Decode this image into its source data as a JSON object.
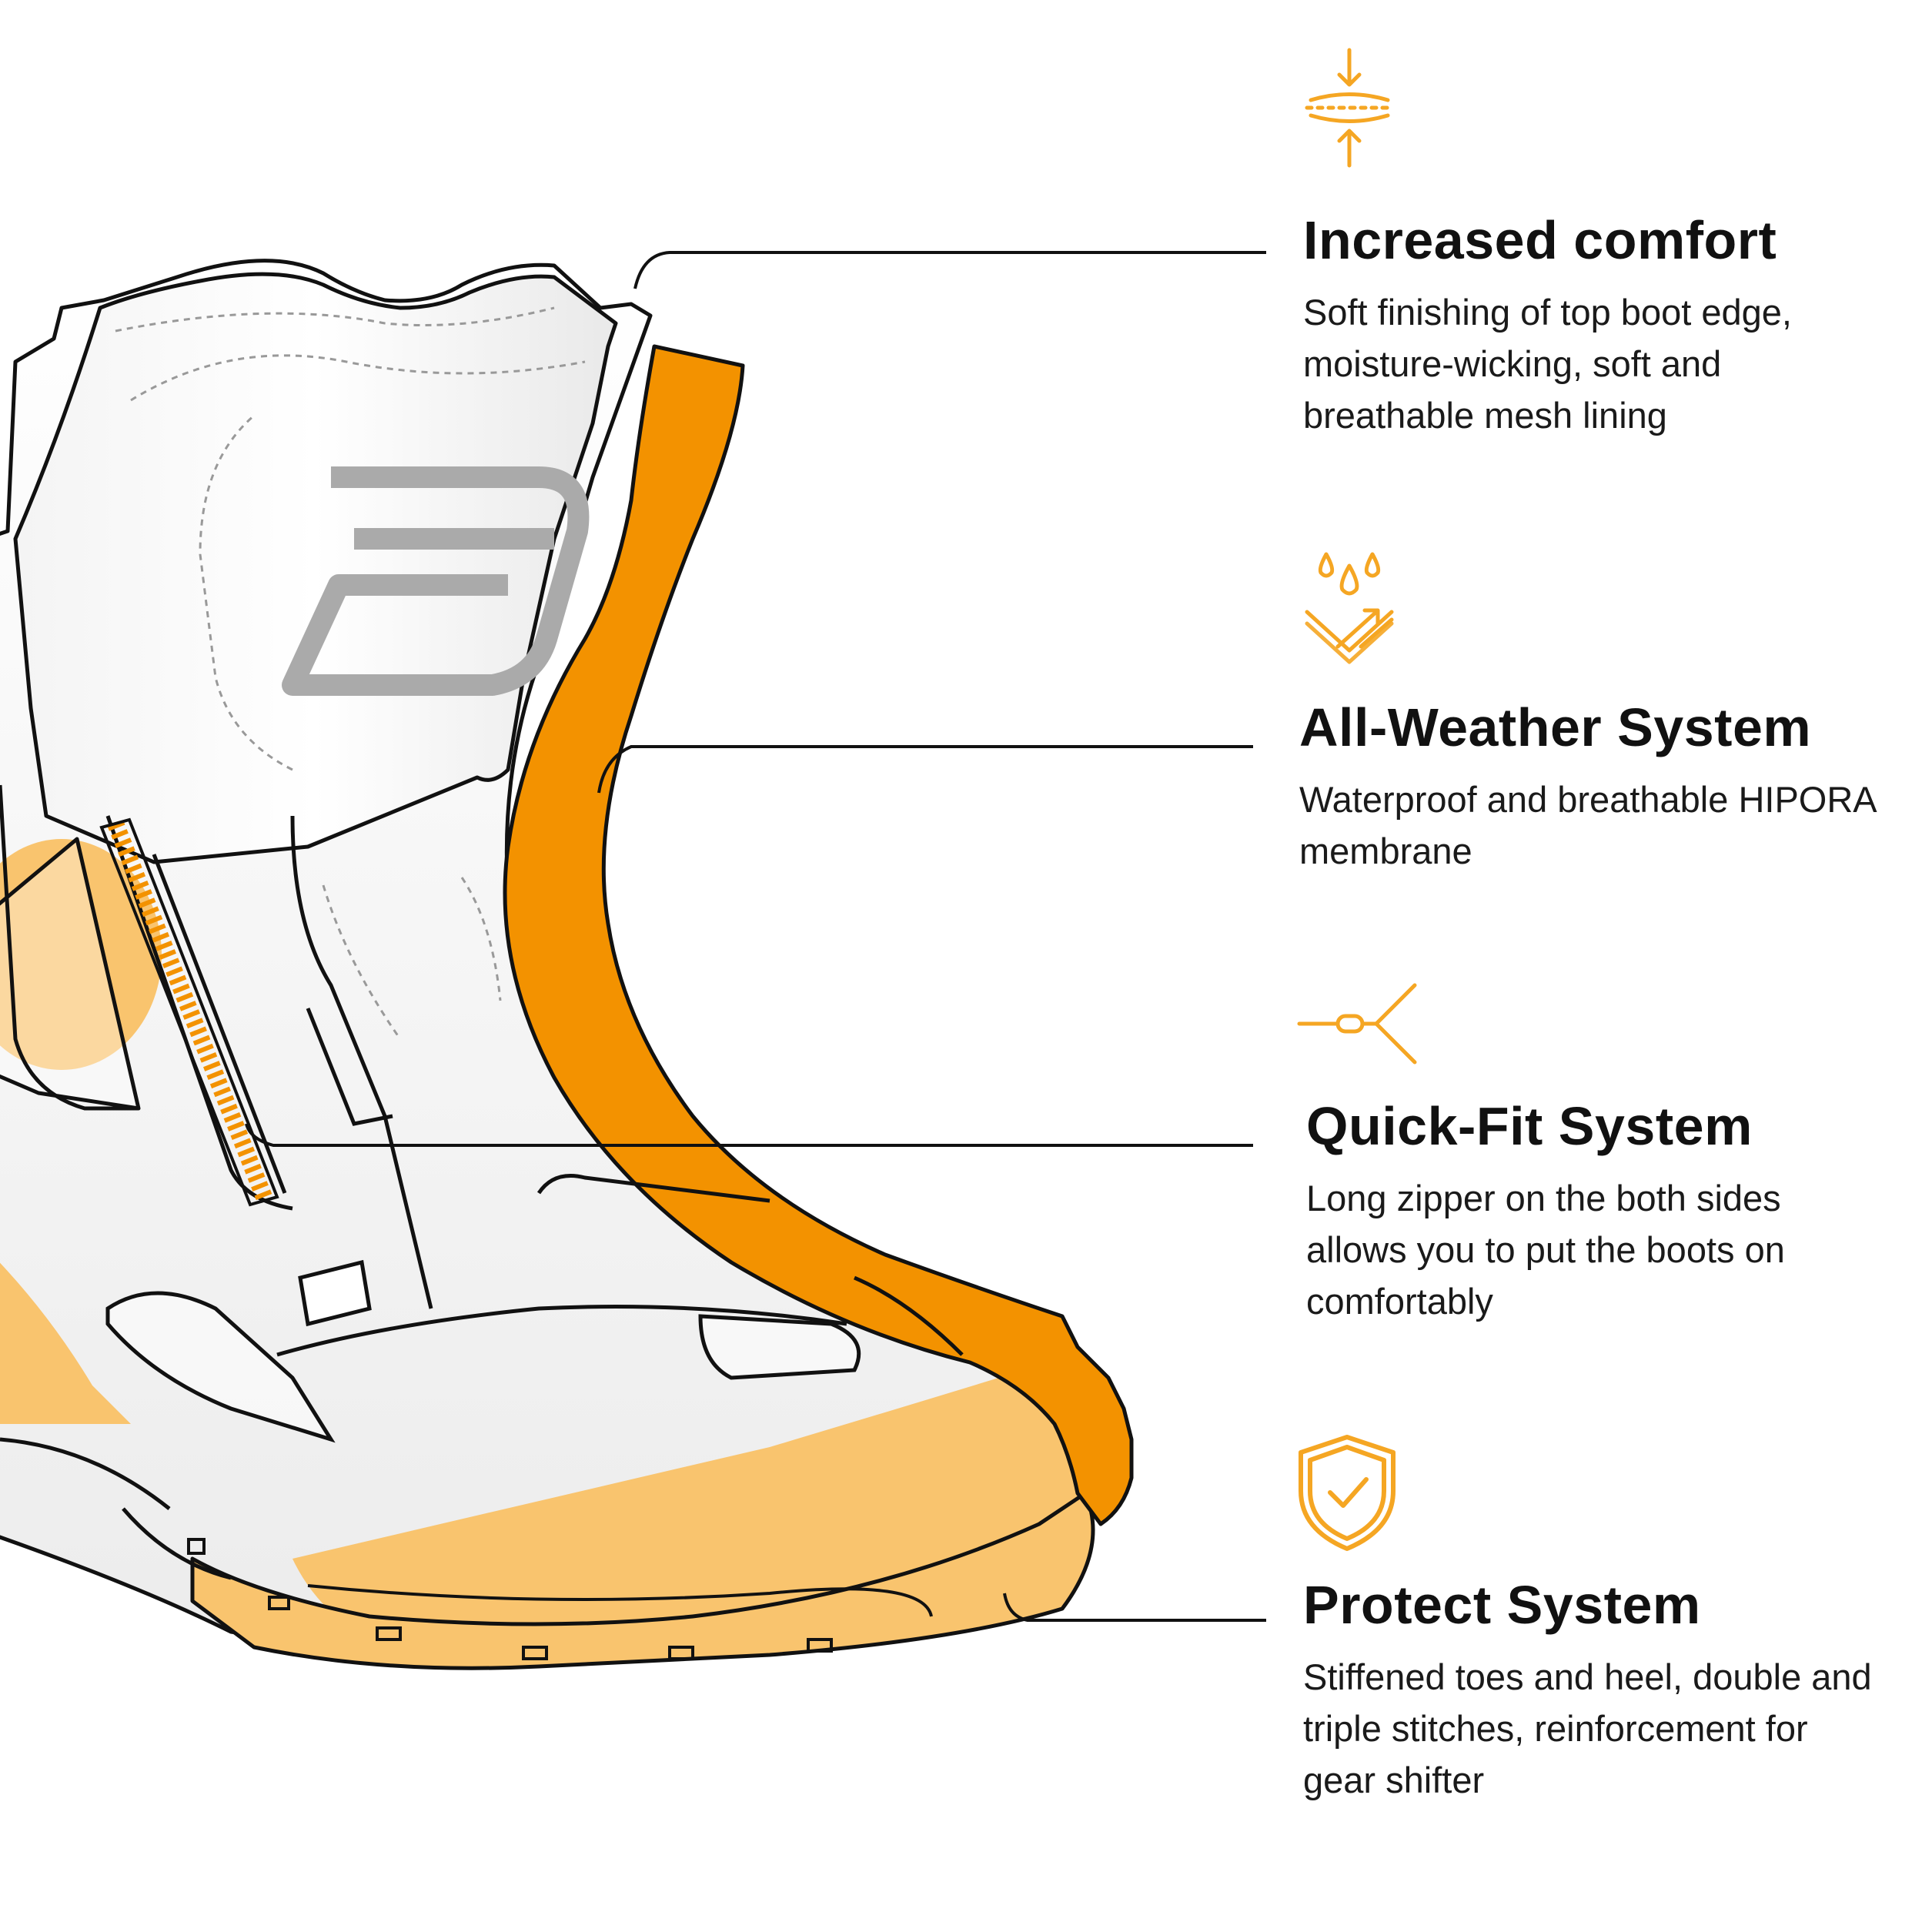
{
  "colors": {
    "accent": "#F5A623",
    "accent_dark": "#F39200",
    "accent_light": "#F9C46E",
    "line": "#111111",
    "text": "#111111",
    "background": "#FFFFFF"
  },
  "features": [
    {
      "icon": "compression-icon",
      "title": "Increased comfort",
      "description": "Soft finishing of top boot edge, moisture-wicking, soft and breathable mesh lining"
    },
    {
      "icon": "water-drops-breathable-icon",
      "title": "All-Weather System",
      "description": "Waterproof and breathable HIPORA membrane"
    },
    {
      "icon": "zipper-pull-icon",
      "title": "Quick-Fit System",
      "description": "Long zipper on the both sides allows you to put the boots on comfortably"
    },
    {
      "icon": "shield-check-icon",
      "title": "Protect System",
      "description": "Stiffened toes and heel, double and triple stitches, reinforcement for gear shifter"
    }
  ]
}
